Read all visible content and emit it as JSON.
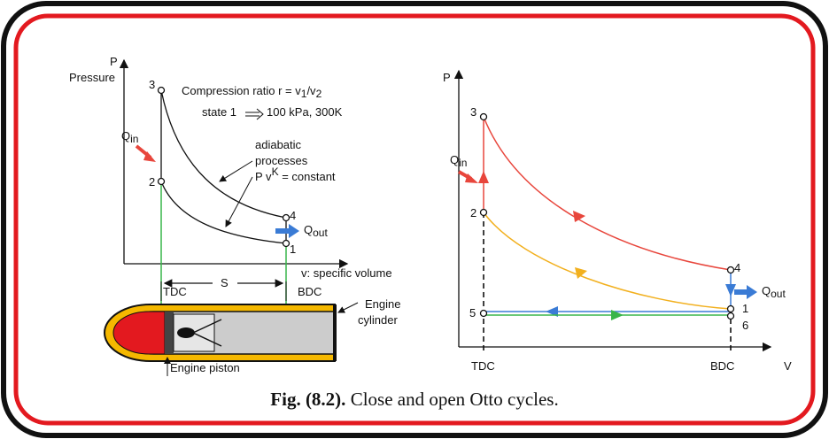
{
  "caption": {
    "label": "Fig. (8.2).",
    "text": " Close and open Otto cycles."
  },
  "left": {
    "axis_p": "P",
    "axis_pressure": "Pressure",
    "axis_v": "v: specific volume",
    "compression_text": "Compression ratio    r = v",
    "compression_sub1": "1",
    "compression_slash": "/v",
    "compression_sub2": "2",
    "state_text_a": "state 1",
    "state_text_b": "100 kPa, 300K",
    "adiabatic_1": "adiabatic",
    "adiabatic_2": "processes",
    "adiabatic_3": "P v",
    "adiabatic_sup": "K",
    "adiabatic_4": " = constant",
    "q_in": "Q",
    "q_in_sub": "in",
    "q_out": "Q",
    "q_out_sub": "out",
    "pt1": "1",
    "pt2": "2",
    "pt3": "3",
    "pt4": "4",
    "stroke": "S",
    "tdc": "TDC",
    "bdc": "BDC",
    "engine_cyl_1": "Engine",
    "engine_cyl_2": "cylinder",
    "engine_piston": "Engine piston"
  },
  "right": {
    "axis_p": "P",
    "axis_v": "V",
    "q_in": "Q",
    "q_in_sub": "in",
    "q_out": "Q",
    "q_out_sub": "out",
    "pt1": "1",
    "pt2": "2",
    "pt3": "3",
    "pt4": "4",
    "pt5": "5",
    "pt6": "6",
    "tdc": "TDC",
    "bdc": "BDC"
  },
  "colors": {
    "outer_frame": "#111111",
    "inner_frame": "#e3191f",
    "heat_add": "#e8463c",
    "compression": "#f2b01e",
    "exhaust": "#3a7bd5",
    "intake": "#39b54a",
    "cylinder_outer": "#f5b800",
    "cylinder_inner": "#cccccc"
  }
}
